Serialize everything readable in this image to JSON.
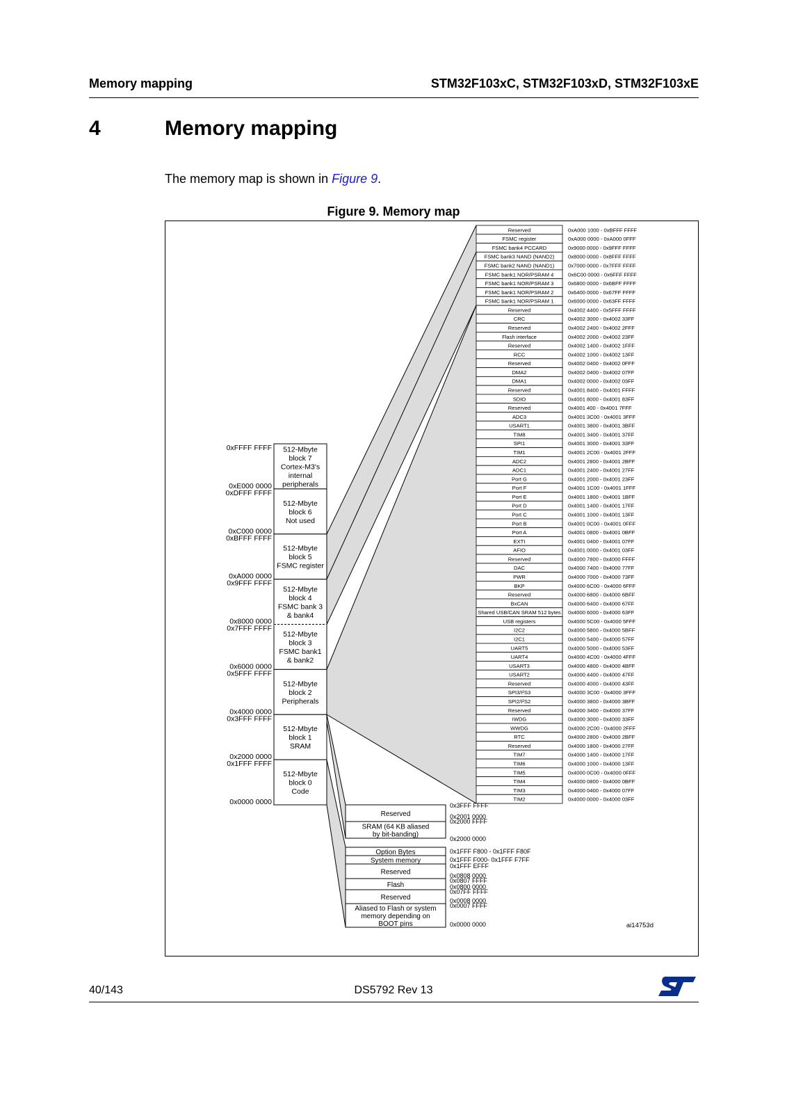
{
  "header": {
    "left": "Memory mapping",
    "right": "STM32F103xC, STM32F103xD, STM32F103xE"
  },
  "section": {
    "number": "4",
    "title": "Memory mapping"
  },
  "intro": {
    "before": "The memory map is shown in ",
    "link": "Figure 9",
    "after": "."
  },
  "figure": {
    "title": "Figure 9. Memory map",
    "id": "ai14753d"
  },
  "footer": {
    "page": "40/143",
    "doc": "DS5792 Rev 13"
  },
  "colors": {
    "fill": "#dcdcdc",
    "link": "#1a1adc",
    "logo": "#0b2d8c"
  },
  "memory_map": {
    "blocks": [
      {
        "lines": [
          "512-Mbyte",
          "block 7",
          "Cortex-M3's",
          "internal",
          "peripherals"
        ],
        "top": "0xFFFF FFFF",
        "base": "0xE000 0000"
      },
      {
        "lines": [
          "512-Mbyte",
          "block 6",
          "Not used"
        ],
        "top": "0xDFFF FFFF",
        "base": "0xC000 0000"
      },
      {
        "lines": [
          "512-Mbyte",
          "block 5",
          "FSMC register"
        ],
        "top": "0xBFFF FFFF",
        "base": "0xA000 0000"
      },
      {
        "lines": [
          "512-Mbyte",
          "block 4",
          "FSMC bank 3",
          "& bank4"
        ],
        "top": "0x9FFF FFFF",
        "base": "0x8000 0000"
      },
      {
        "lines": [
          "512-Mbyte",
          "block 3",
          "FSMC bank1",
          "& bank2"
        ],
        "top": "0x7FFF FFFF",
        "base": "0x6000 0000"
      },
      {
        "lines": [
          "512-Mbyte",
          "block 2",
          "Peripherals"
        ],
        "top": "0x5FFF FFFF",
        "base": "0x4000 0000"
      },
      {
        "lines": [
          "512-Mbyte",
          "block 1",
          "SRAM"
        ],
        "top": "0x3FFF FFFF",
        "base": "0x2000 0000"
      },
      {
        "lines": [
          "512-Mbyte",
          "block 0",
          "Code"
        ],
        "top": "0x1FFF FFFF",
        "base": "0x0000 0000"
      }
    ],
    "peripherals": [
      {
        "name": "Reserved",
        "range": "0xA000 1000 - 0xBFFF FFFF"
      },
      {
        "name": "FSMC register",
        "range": "0xA000 0000 - 0xA000 0FFF"
      },
      {
        "name": "FSMC bank4 PCCARD",
        "range": "0x9000 0000 - 0x9FFF FFFF"
      },
      {
        "name": "FSMC bank3 NAND (NAND2)",
        "range": "0x8000 0000 - 0x8FFF FFFF"
      },
      {
        "name": "FSMC bank2 NAND (NAND1)",
        "range": "0x7000 0000 - 0x7FFF FFFF"
      },
      {
        "name": "FSMC bank1 NOR/PSRAM 4",
        "range": "0x6C00 0000 - 0x6FFF FFFF"
      },
      {
        "name": "FSMC bank1 NOR/PSRAM 3",
        "range": "0x6800 0000 - 0x6BFF FFFF"
      },
      {
        "name": "FSMC bank1 NOR/PSRAM 2",
        "range": "0x6400 0000 - 0x67FF FFFF"
      },
      {
        "name": "FSMC bank1 NOR/PSRAM 1",
        "range": "0x6000 0000 - 0x63FF FFFF"
      },
      {
        "name": "Reserved",
        "range": "0x4002 4400 - 0x5FFF FFFF"
      },
      {
        "name": "CRC",
        "range": "0x4002 3000 - 0x4002 33FF"
      },
      {
        "name": "Reserved",
        "range": "0x4002 2400 - 0x4002 2FFF"
      },
      {
        "name": "Flash interface",
        "range": "0x4002 2000 - 0x4002 23FF"
      },
      {
        "name": "Reserved",
        "range": "0x4002 1400 - 0x4002 1FFF"
      },
      {
        "name": "RCC",
        "range": "0x4002 1000 - 0x4002 13FF"
      },
      {
        "name": "Reserved",
        "range": "0x4002 0400 - 0x4002 0FFF"
      },
      {
        "name": "DMA2",
        "range": "0x4002 0400 - 0x4002 07FF"
      },
      {
        "name": "DMA1",
        "range": "0x4002 0000 - 0x4002 03FF"
      },
      {
        "name": "Reserved",
        "range": "0x4001 8400 - 0x4001 FFFF"
      },
      {
        "name": "SDIO",
        "range": "0x4001 8000 - 0x4001 83FF"
      },
      {
        "name": "Reserved",
        "range": "0x4001 400 - 0x4001 7FFF"
      },
      {
        "name": "ADC3",
        "range": "0x4001 3C00 - 0x4001 3FFF"
      },
      {
        "name": "USART1",
        "range": "0x4001 3800 - 0x4001 3BFF"
      },
      {
        "name": "TIM8",
        "range": "0x4001 3400 - 0x4001 37FF"
      },
      {
        "name": "SPI1",
        "range": "0x4001 3000 - 0x4001 33FF"
      },
      {
        "name": "TIM1",
        "range": "0x4001 2C00 - 0x4001 2FFF"
      },
      {
        "name": "ADC2",
        "range": "0x4001 2800 - 0x4001 2BFF"
      },
      {
        "name": "ADC1",
        "range": "0x4001 2400 - 0x4001 27FF"
      },
      {
        "name": "Port G",
        "range": "0x4001 2000 - 0x4001 23FF"
      },
      {
        "name": "Port F",
        "range": "0x4001 1C00 - 0x4001 1FFF"
      },
      {
        "name": "Port E",
        "range": "0x4001 1800 - 0x4001 1BFF"
      },
      {
        "name": "Port D",
        "range": "0x4001 1400 - 0x4001 17FF"
      },
      {
        "name": "Port C",
        "range": "0x4001 1000 - 0x4001 13FF"
      },
      {
        "name": "Port B",
        "range": "0x4001 0C00 - 0x4001 0FFF"
      },
      {
        "name": "Port A",
        "range": "0x4001 0800 - 0x4001 0BFF"
      },
      {
        "name": "EXTI",
        "range": "0x4001 0400 - 0x4001 07FF"
      },
      {
        "name": "AFIO",
        "range": "0x4001 0000 - 0x4001 03FF"
      },
      {
        "name": "Reserved",
        "range": "0x4000 7800 - 0x4000 FFFF"
      },
      {
        "name": "DAC",
        "range": "0x4000 7400 - 0x4000 77FF"
      },
      {
        "name": "PWR",
        "range": "0x4000 7000 - 0x4000 73FF"
      },
      {
        "name": "BKP",
        "range": "0x4000 6C00 - 0x4000 6FFF"
      },
      {
        "name": "Reserved",
        "range": "0x4000 6800 - 0x4000 6BFF"
      },
      {
        "name": "BxCAN",
        "range": "0x4000 6400 - 0x4000 67FF"
      },
      {
        "name": "Shared USB/CAN SRAM 512 bytes",
        "range": "0x4000 6000 - 0x4000 63FF"
      },
      {
        "name": "USB registers",
        "range": "0x4000 5C00 - 0x4000 5FFF"
      },
      {
        "name": "I2C2",
        "range": "0x4000 5800 - 0x4000 5BFF"
      },
      {
        "name": "I2C1",
        "range": "0x4000 5400 - 0x4000 57FF"
      },
      {
        "name": "UART5",
        "range": "0x4000 5000 - 0x4000 53FF"
      },
      {
        "name": "UART4",
        "range": "0x4000 4C00 - 0x4000 4FFF"
      },
      {
        "name": "USART3",
        "range": "0x4000 4800 - 0x4000 4BFF"
      },
      {
        "name": "USART2",
        "range": "0x4000 4400 - 0x4000 47FF"
      },
      {
        "name": "Reserved",
        "range": "0x4000 4000 - 0x4000 43FF"
      },
      {
        "name": "SPI3/I²S3",
        "range": "0x4000 3C00 - 0x4000 3FFF"
      },
      {
        "name": "SPI2/I²S2",
        "range": "0x4000 3800 - 0x4000 3BFF"
      },
      {
        "name": "Reserved",
        "range": "0x4000 3400 - 0x4000 37FF"
      },
      {
        "name": "IWDG",
        "range": "0x4000 3000 - 0x4000 33FF"
      },
      {
        "name": "WWDG",
        "range": "0x4000 2C00 - 0x4000 2FFF"
      },
      {
        "name": "RTC",
        "range": "0x4000 2800 - 0x4000 2BFF"
      },
      {
        "name": "Reserved",
        "range": "0x4000 1800 - 0x4000 27FF"
      },
      {
        "name": "TIM7",
        "range": "0x4000 1400 - 0x4000 17FF"
      },
      {
        "name": "TIM6",
        "range": "0x4000 1000 - 0x4000 13FF"
      },
      {
        "name": "TIM5",
        "range": "0x4000 0C00 - 0x4000 0FFF"
      },
      {
        "name": "TIM4",
        "range": "0x4000 0800 - 0x4000 0BFF"
      },
      {
        "name": "TIM3",
        "range": "0x4000 0400 - 0x4000 07FF"
      },
      {
        "name": "TIM2",
        "range": "0x4000 0000 - 0x4000 03FF"
      }
    ],
    "sram": [
      {
        "lines": [
          "Reserved"
        ],
        "top": "0x3FFF FFFF",
        "base": "0x2001 0000"
      },
      {
        "lines": [
          "SRAM (64 KB aliased",
          "by bit-banding)"
        ],
        "top": "0x2000 FFFF",
        "base": "0x2000 0000"
      }
    ],
    "code": [
      {
        "lines": [
          "Option Bytes"
        ],
        "addr": [
          "0x1FFF F800 - 0x1FFF F80F"
        ]
      },
      {
        "lines": [
          "System memory"
        ],
        "addr": [
          "0x1FFF F000- 0x1FFF F7FF"
        ]
      },
      {
        "lines": [
          "Reserved"
        ],
        "addr": [
          "0x1FFF EFFF",
          "0x0808 0000"
        ]
      },
      {
        "lines": [
          "Flash"
        ],
        "addr": [
          "0x0807 FFFF",
          "0x0800 0000"
        ]
      },
      {
        "lines": [
          "Reserved"
        ],
        "addr": [
          "0x07FF FFFF",
          "0x0008 0000"
        ]
      },
      {
        "lines": [
          "Aliased to Flash or system",
          "memory depending on",
          "BOOT pins"
        ],
        "addr": [
          "0x0007 FFFF",
          "0x0000 0000"
        ]
      }
    ]
  }
}
